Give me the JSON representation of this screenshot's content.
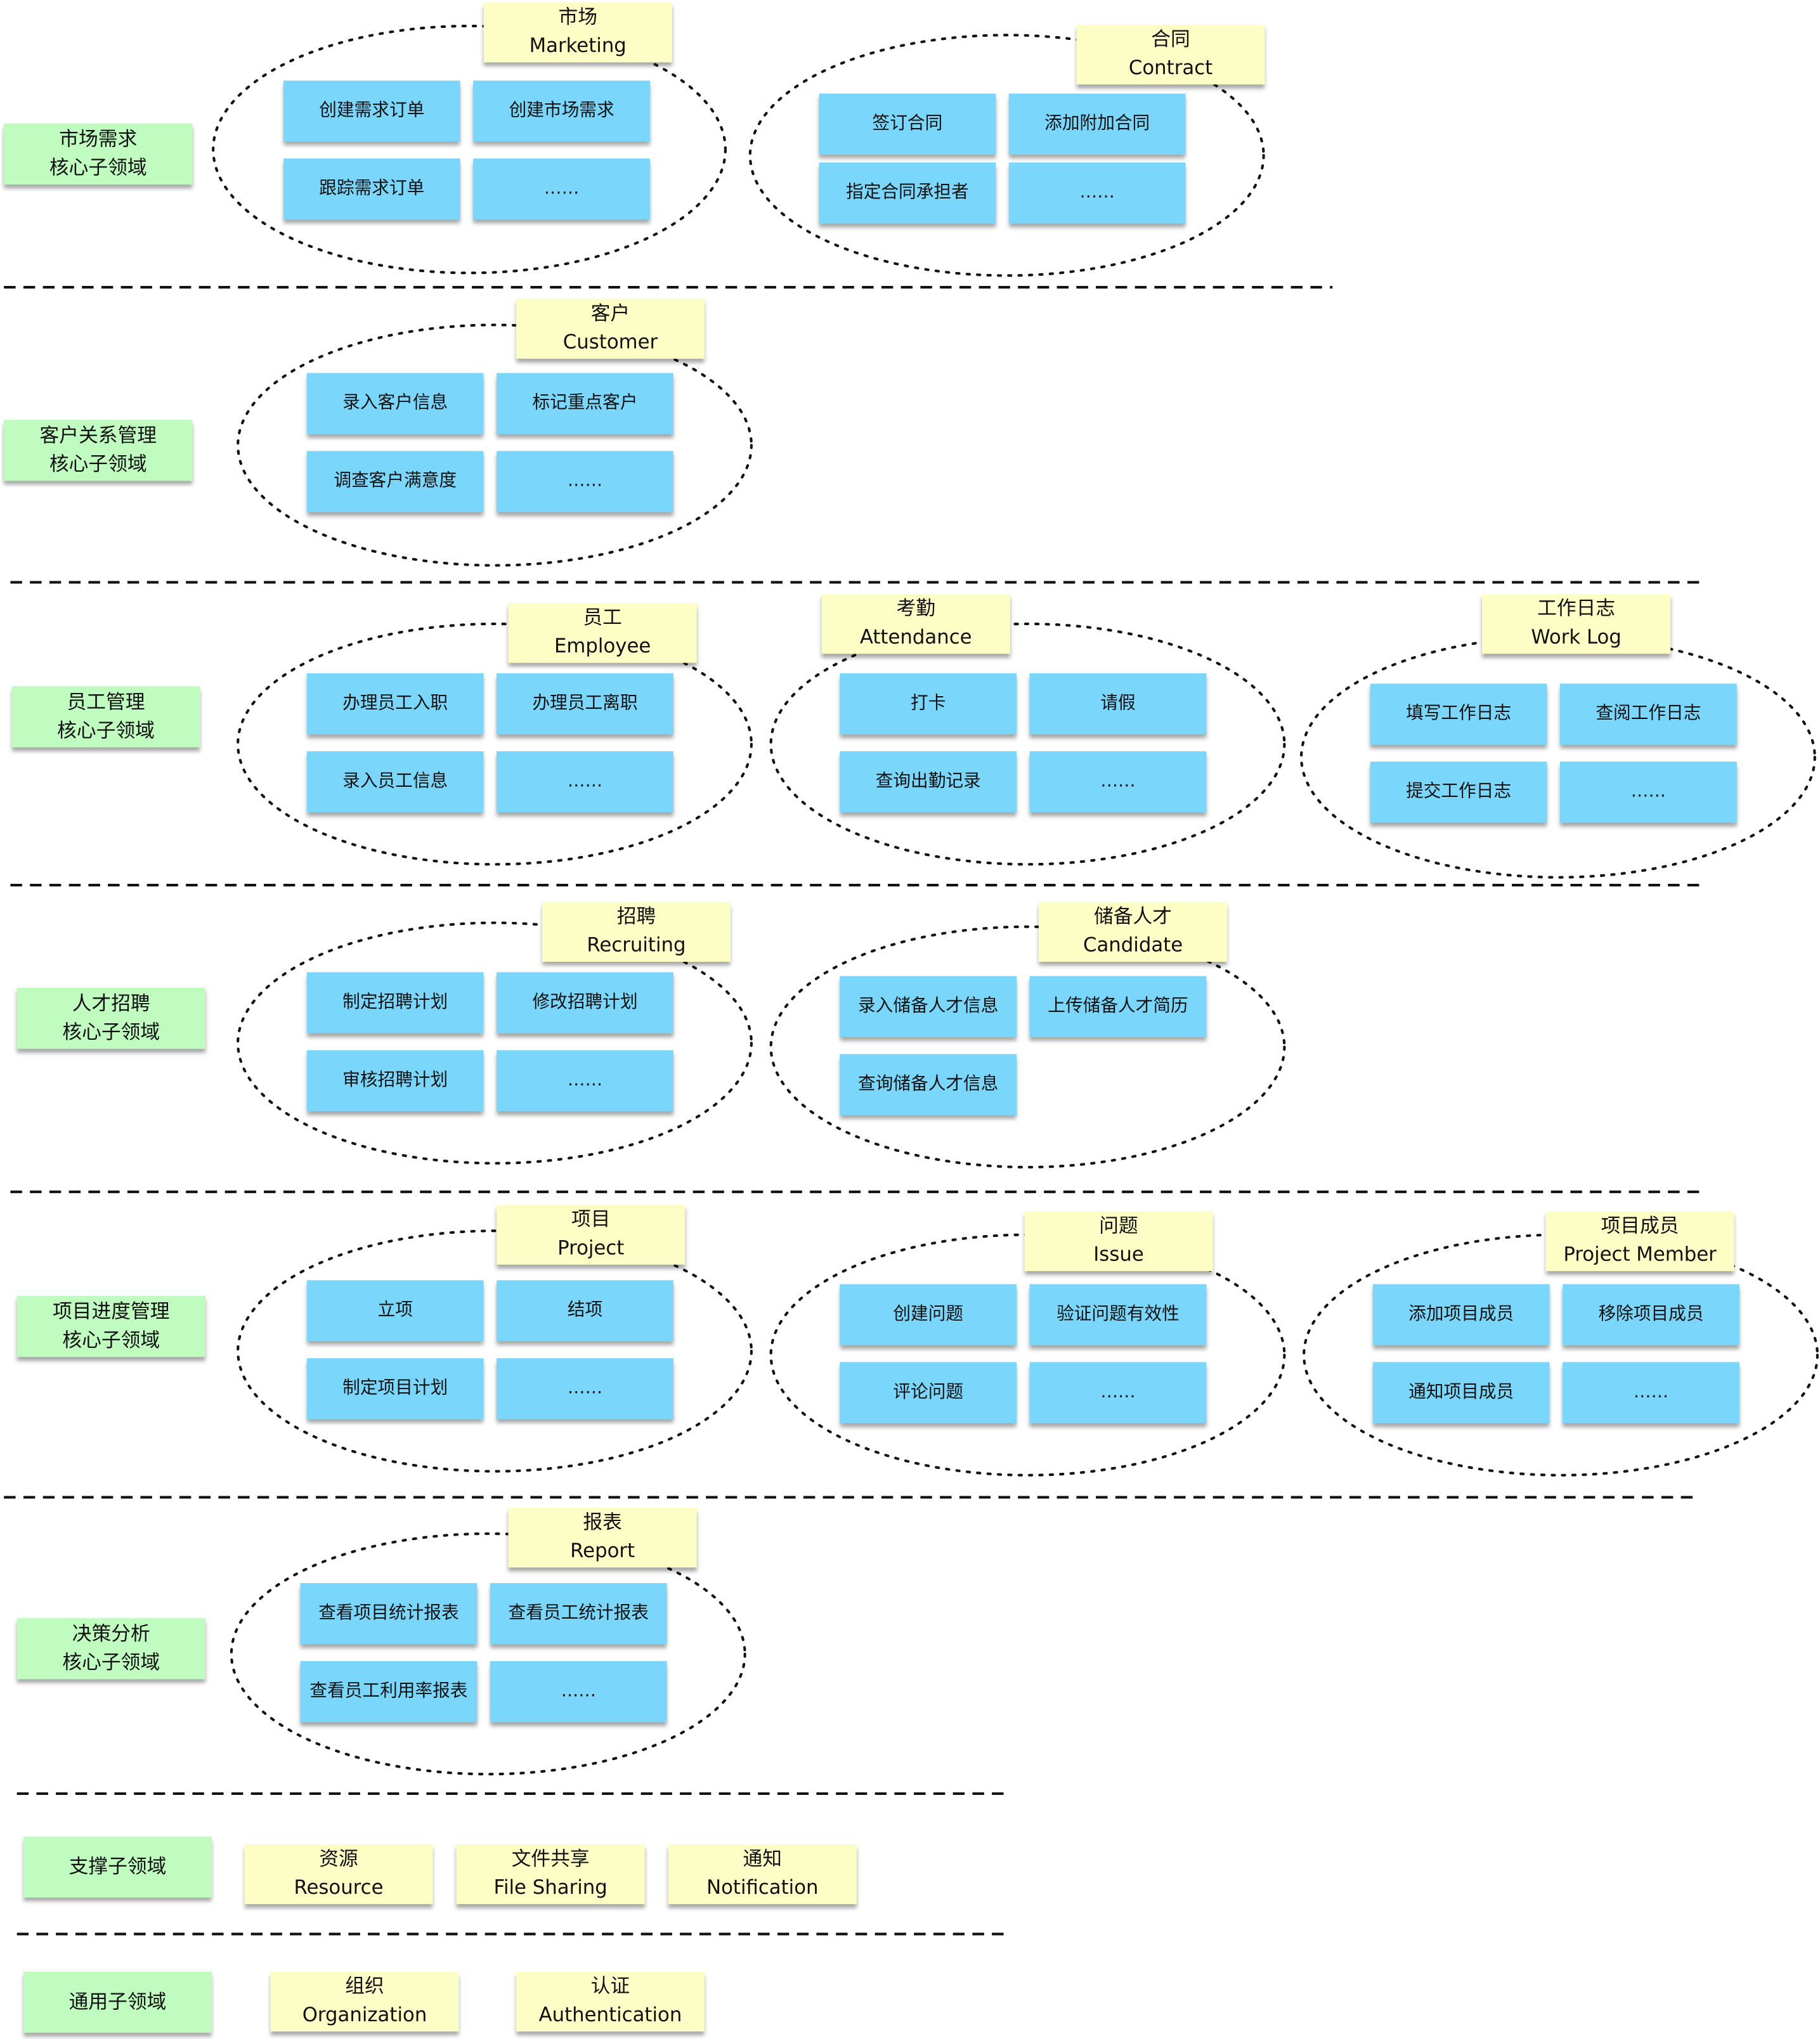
{
  "colors": {
    "core_domain": "#c0fbc0",
    "bounded_context": "#fdfdc6",
    "operation": "#7ad6fb"
  },
  "rows": [
    {
      "domain": {
        "line1": "市场需求",
        "line2": "核心子领域"
      },
      "contexts": [
        {
          "zh": "市场",
          "en": "Marketing",
          "ops": [
            "创建需求订单",
            "创建市场需求",
            "跟踪需求订单",
            "……"
          ]
        },
        {
          "zh": "合同",
          "en": "Contract",
          "ops": [
            "签订合同",
            "添加附加合同",
            "指定合同承担者",
            "……"
          ]
        }
      ]
    },
    {
      "domain": {
        "line1": "客户关系管理",
        "line2": "核心子领域"
      },
      "contexts": [
        {
          "zh": "客户",
          "en": "Customer",
          "ops": [
            "录入客户信息",
            "标记重点客户",
            "调查客户满意度",
            "……"
          ]
        }
      ]
    },
    {
      "domain": {
        "line1": "员工管理",
        "line2": "核心子领域"
      },
      "contexts": [
        {
          "zh": "员工",
          "en": "Employee",
          "ops": [
            "办理员工入职",
            "办理员工离职",
            "录入员工信息",
            "……"
          ]
        },
        {
          "zh": "考勤",
          "en": "Attendance",
          "ops": [
            "打卡",
            "请假",
            "查询出勤记录",
            "……"
          ]
        },
        {
          "zh": "工作日志",
          "en": "Work Log",
          "ops": [
            "填写工作日志",
            "查阅工作日志",
            "提交工作日志",
            "……"
          ]
        }
      ]
    },
    {
      "domain": {
        "line1": "人才招聘",
        "line2": "核心子领域"
      },
      "contexts": [
        {
          "zh": "招聘",
          "en": "Recruiting",
          "ops": [
            "制定招聘计划",
            "修改招聘计划",
            "审核招聘计划",
            "……"
          ]
        },
        {
          "zh": "储备人才",
          "en": "Candidate",
          "ops": [
            "录入储备人才信息",
            "上传储备人才简历",
            "查询储备人才信息"
          ]
        }
      ]
    },
    {
      "domain": {
        "line1": "项目进度管理",
        "line2": "核心子领域"
      },
      "contexts": [
        {
          "zh": "项目",
          "en": "Project",
          "ops": [
            "立项",
            "结项",
            "制定项目计划",
            "……"
          ]
        },
        {
          "zh": "问题",
          "en": "Issue",
          "ops": [
            "创建问题",
            "验证问题有效性",
            "评论问题",
            "……"
          ]
        },
        {
          "zh": "项目成员",
          "en": "Project Member",
          "ops": [
            "添加项目成员",
            "移除项目成员",
            "通知项目成员",
            "……"
          ]
        }
      ]
    },
    {
      "domain": {
        "line1": "决策分析",
        "line2": "核心子领域"
      },
      "contexts": [
        {
          "zh": "报表",
          "en": "Report",
          "ops": [
            "查看项目统计报表",
            "查看员工统计报表",
            "查看员工利用率报表",
            "……"
          ]
        }
      ]
    }
  ],
  "supporting": {
    "label": "支撑子领域",
    "contexts": [
      {
        "zh": "资源",
        "en": "Resource"
      },
      {
        "zh": "文件共享",
        "en": "File Sharing"
      },
      {
        "zh": "通知",
        "en": "Notification"
      }
    ]
  },
  "generic": {
    "label": "通用子领域",
    "contexts": [
      {
        "zh": "组织",
        "en": "Organization"
      },
      {
        "zh": "认证",
        "en": "Authentication"
      }
    ]
  }
}
